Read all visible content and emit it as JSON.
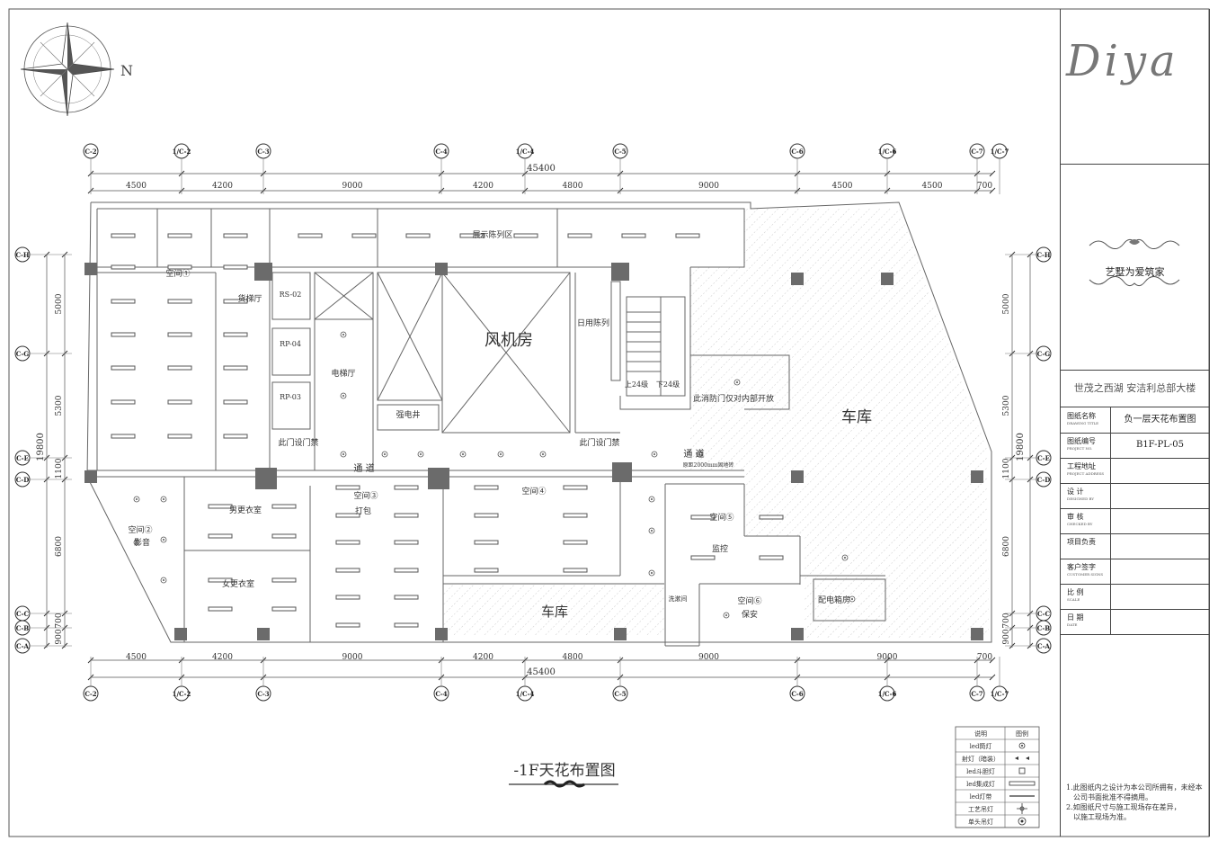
{
  "compass": {
    "north_label": "N"
  },
  "grid": {
    "top_axes": [
      "C-2",
      "1/C-2",
      "C-3",
      "C-4",
      "1/C-4",
      "C-5",
      "C-6",
      "1/C-6",
      "C-7",
      "1/C-7"
    ],
    "bottom_axes": [
      "C-2",
      "1/C-2",
      "C-3",
      "C-4",
      "1/C-4",
      "C-5",
      "C-6",
      "1/C-6",
      "C-7",
      "1/C-7"
    ],
    "left_axes": [
      "C-H",
      "C-G",
      "C-E",
      "C-D",
      "C-C",
      "C-B",
      "C-A"
    ],
    "right_axes": [
      "C-H",
      "C-G",
      "C-E",
      "C-D",
      "C-C",
      "C-B",
      "C-A"
    ],
    "top_total": "45400",
    "bottom_total": "45400",
    "x_dims": [
      "4500",
      "4200",
      "9000",
      "4200",
      "4800",
      "9000",
      "4500",
      "4500",
      "700"
    ],
    "bottom_x_dims": [
      "4500",
      "4200",
      "9000",
      "4200",
      "4800",
      "9000",
      "9000",
      "700"
    ],
    "y_total": "19800",
    "y_dims": [
      "5000",
      "5300",
      "1100",
      "6800",
      "700",
      "900"
    ]
  },
  "rooms": {
    "display_area": "展示陈列区",
    "space1": "空间①",
    "elevator_lobby_a": "货梯厅",
    "rs02": "RS-02",
    "rp04": "RP-04",
    "rp03": "RP-03",
    "elevator_hall": "电梯厅",
    "fan_room": "风机房",
    "strong_shaft": "强电井",
    "daily_display": "日用陈列",
    "stair_up": "上24级",
    "stair_down": "下24级",
    "fire_door_note": "此消防门仅对内部开放",
    "garage_main": "车库",
    "access_left": "此门设门禁",
    "access_right": "此门设门禁",
    "corridor_a": "通  道",
    "corridor_b": "通  道",
    "corridor_note": "原距2000mm固地砖",
    "space2": "空间②",
    "space2_sub": "影音",
    "male_locker": "男更衣室",
    "female_locker": "女更衣室",
    "space3": "空间③",
    "space3_sub": "打包",
    "space4": "空间④",
    "space5": "空间⑤",
    "monitor": "监控",
    "garage_small": "车库",
    "wash": "洗漱间",
    "space6": "空间⑥",
    "space6_sub": "保安",
    "distribution": "配电箱房"
  },
  "drawing_title": "-1F天花布置图",
  "legend": {
    "header": [
      "说明",
      "图例"
    ],
    "rows": [
      {
        "label": "led筒灯",
        "symbol": "downlight"
      },
      {
        "label": "射灯（暗装）",
        "symbol": "spotlight"
      },
      {
        "label": "led斗胆灯",
        "symbol": "grille"
      },
      {
        "label": "led集成灯",
        "symbol": "integrated"
      },
      {
        "label": "led灯带",
        "symbol": "strip"
      },
      {
        "label": "工艺吊灯",
        "symbol": "pendant"
      },
      {
        "label": "单头吊灯",
        "symbol": "single"
      }
    ]
  },
  "title_block": {
    "logo_text": "Diya",
    "slogan": "艺墅为爱筑家",
    "project": "世茂之西湖  安洁利总部大楼",
    "rows": [
      {
        "cn": "图纸名称",
        "en": "DRAWING TITLE",
        "value": "负一层天花布置图"
      },
      {
        "cn": "图纸编号",
        "en": "PROJECT NO.",
        "value": "B1F-PL-05"
      },
      {
        "cn": "工程地址",
        "en": "PROJECT ADDRESS",
        "value": ""
      },
      {
        "cn": "设    计",
        "en": "DESIGNED BY",
        "value": ""
      },
      {
        "cn": "审    核",
        "en": "CHECKED BY",
        "value": ""
      },
      {
        "cn": "项目负责",
        "en": "",
        "value": ""
      },
      {
        "cn": "客户签字",
        "en": "CUSTOMER SIGNS",
        "value": ""
      },
      {
        "cn": "比    例",
        "en": "SCALE",
        "value": ""
      },
      {
        "cn": "日    期",
        "en": "DATE",
        "value": ""
      }
    ],
    "notes": [
      "1.此图纸内之设计为本公司所拥有，未经本",
      "公司书面批准不得摘用。",
      "2.如图纸尺寸与施工现场存在差异，",
      "以施工现场为准。"
    ]
  },
  "colors": {
    "line": "#555555",
    "column": "#6b6b6b",
    "fixture": "#777777",
    "hatch": "#aaaaaa"
  }
}
